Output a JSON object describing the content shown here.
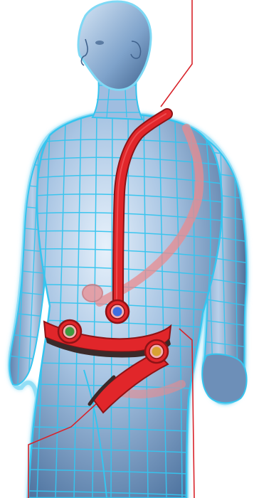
{
  "illustration": {
    "subject": "male-torso-wireframe",
    "colors": {
      "background": "#ffffff",
      "skin_light": "#dbe9f7",
      "skin_mid": "#8fb2d6",
      "skin_dark": "#4f74a0",
      "wireframe": "#35c5ef",
      "strap": "#e1262a",
      "strap_dark": "#8e1316",
      "strap_back": "#e98b8f",
      "callout_line": "#d8232a",
      "belt_band": "#3a2a2a"
    },
    "sensors": [
      {
        "name": "chest-strap-sensor",
        "color": "#3d6fe0"
      },
      {
        "name": "hip-left-sensor",
        "color": "#3f9a3f"
      },
      {
        "name": "thigh-sensor",
        "color": "#d9a233"
      }
    ]
  }
}
